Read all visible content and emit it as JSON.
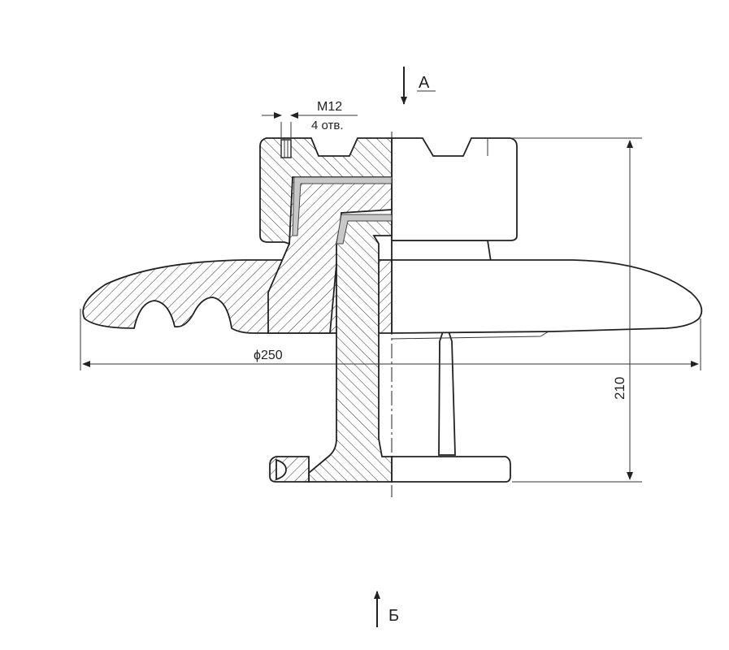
{
  "drawing": {
    "view_a": "А",
    "view_b": "Б",
    "thread": "M12",
    "holes": "4 отв.",
    "diameter": "ϕ250",
    "height": "210"
  }
}
